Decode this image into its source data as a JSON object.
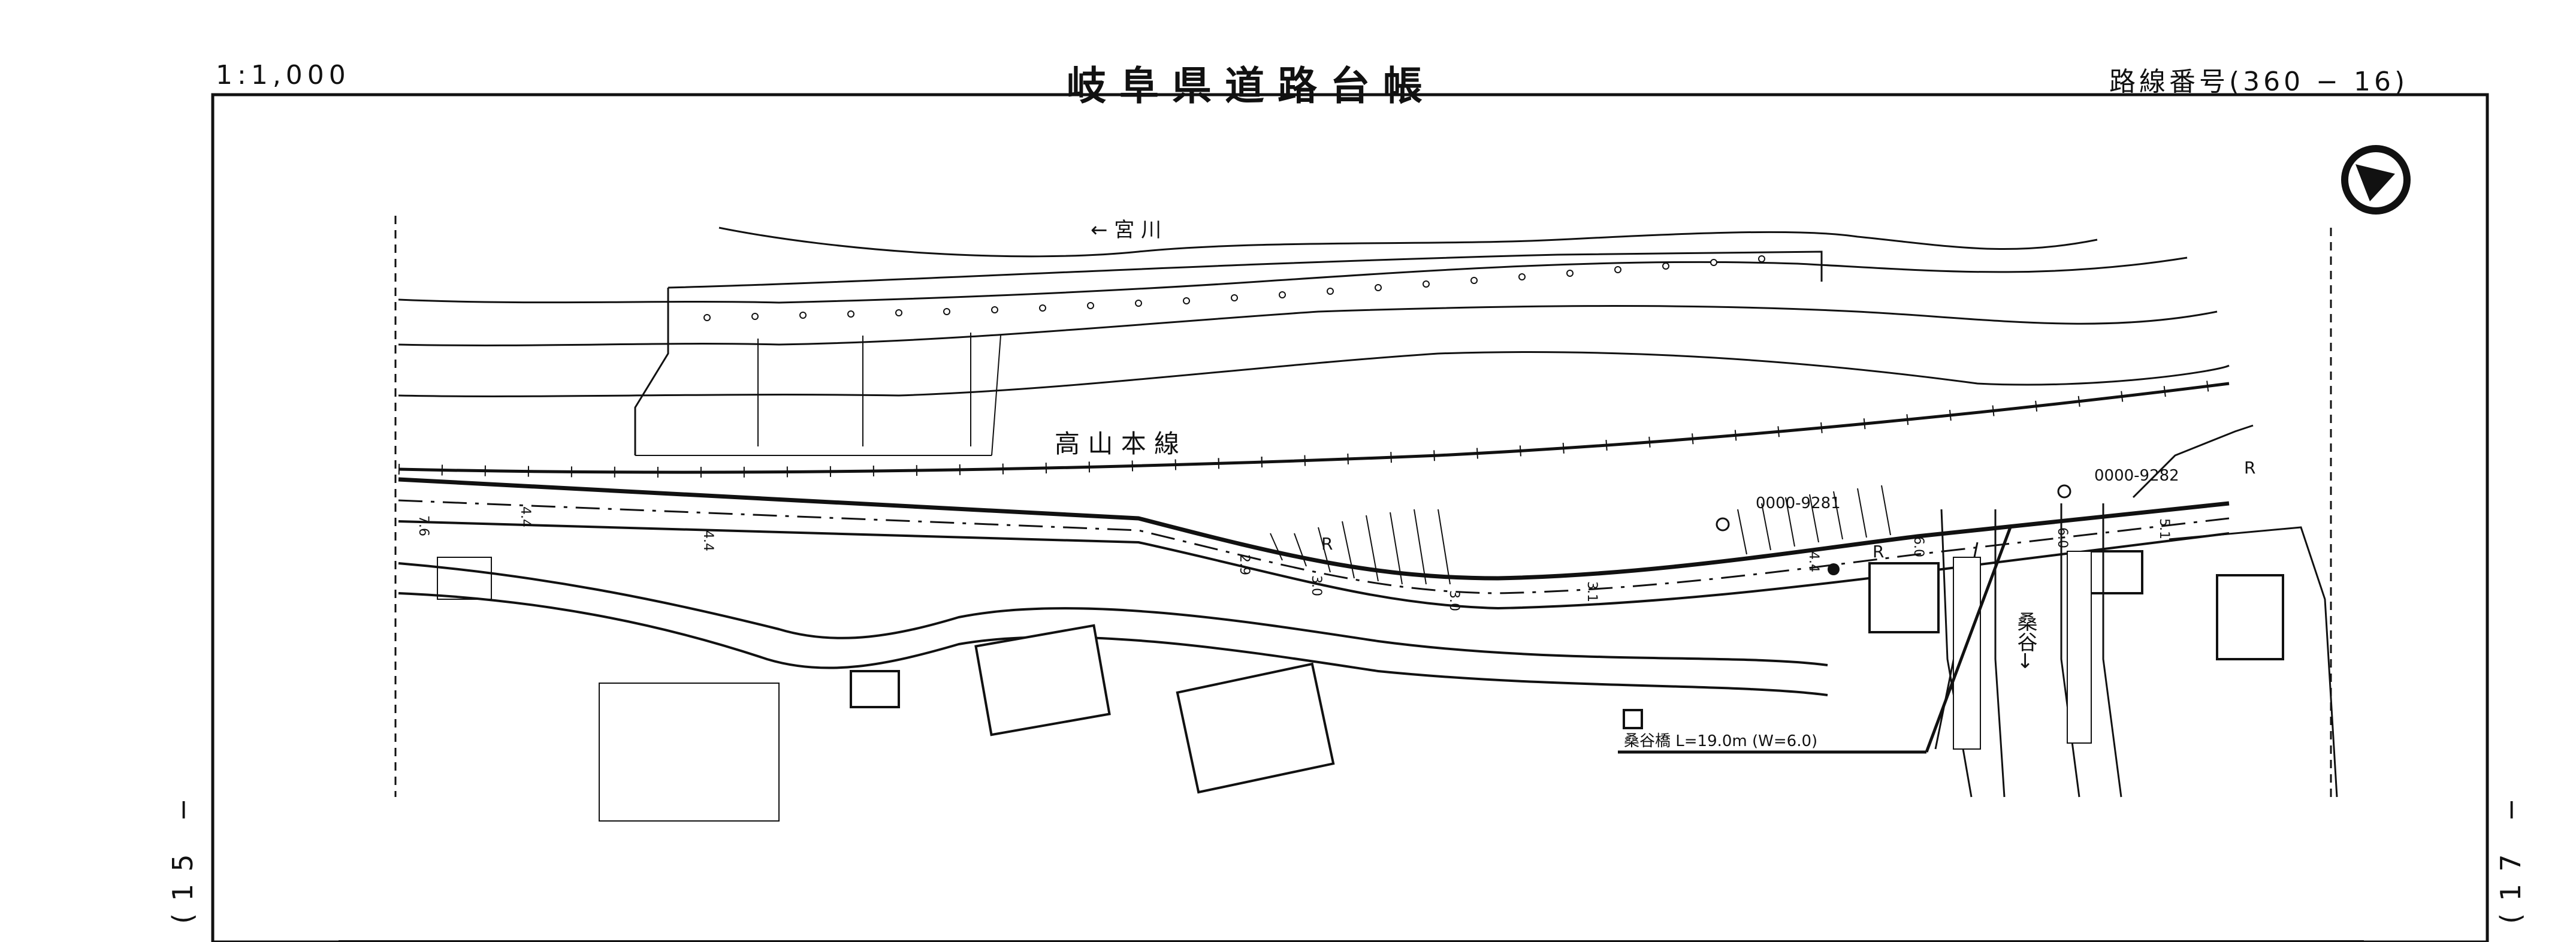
{
  "header": {
    "scale": "1:1,000",
    "title": "岐阜県道路台帳",
    "route_number": "路線番号(360 − 16)"
  },
  "page_refs": {
    "previous": "(15 −",
    "next": "(17 −"
  },
  "map": {
    "river_label": "← 宮 川",
    "railway_label": "高 山 本 線",
    "road_code_1": "0000-9281",
    "road_code_2": "0000-9282",
    "stream_label": "桑谷→",
    "bridge_label": "桑谷橋 L=19.0m (W=6.0)",
    "curve_mark": "R",
    "widths": [
      "7.6",
      "4.4",
      "4.4",
      "2.9",
      "3.0",
      "3.0",
      "3.1",
      "4.4",
      "6.0",
      "6.0",
      "5.1"
    ]
  },
  "colors": {
    "line": "#111111",
    "paper": "#ffffff"
  },
  "icons": {
    "north_arrow": "north-arrow-icon"
  }
}
